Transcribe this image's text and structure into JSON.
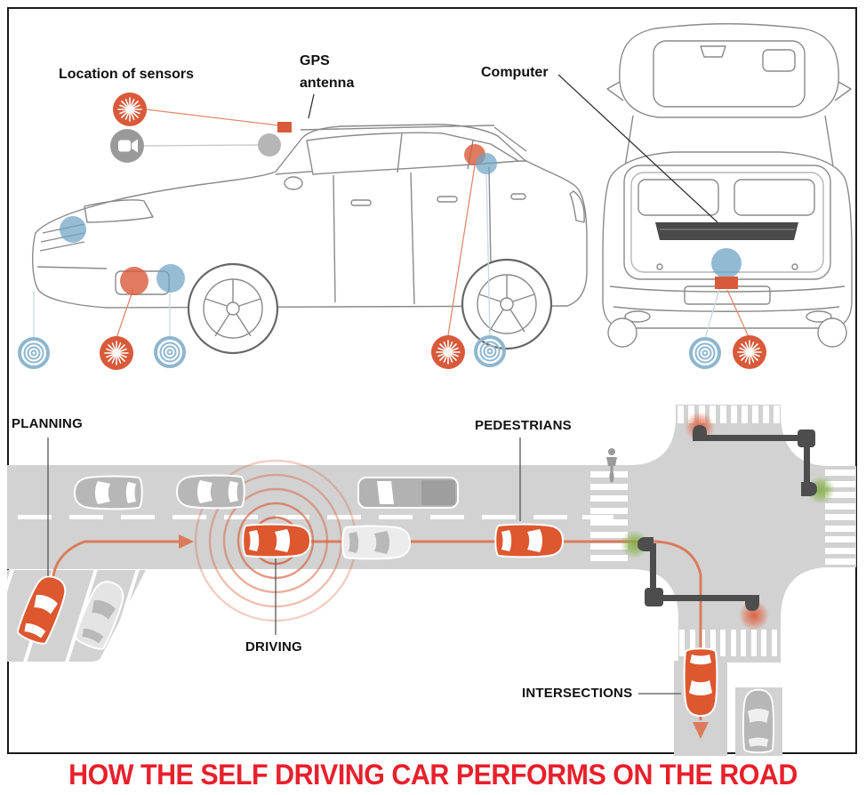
{
  "title": "HOW THE SELF DRIVING CAR PERFORMS ON THE ROAD",
  "sensor_diagram": {
    "labels": {
      "location_of_sensors": "Location of sensors",
      "gps_antenna": {
        "line1": "GPS",
        "line2": "antenna"
      },
      "computer": "Computer"
    },
    "icons": [
      {
        "name": "laser-sensor-icon",
        "color": "#d85a3a"
      },
      {
        "name": "camera-sensor-icon",
        "color": "#9a9a9a"
      },
      {
        "name": "radar-wave-icon",
        "color": "#8fb6cf"
      },
      {
        "name": "gps-antenna-marker",
        "color": "#d85a3a"
      },
      {
        "name": "computer-location-marker",
        "color": "#6fa3c4"
      }
    ]
  },
  "road_scene": {
    "labels": {
      "planning": "PLANNING",
      "pedestrians": "PEDESTRIANS",
      "driving": "DRIVING",
      "intersections": "INTERSECTIONS"
    }
  },
  "colors": {
    "accent_red": "#d85a3a",
    "path_red": "#db7b5c",
    "sensor_blue": "#6fa3c4",
    "radar_ring_red": "#d4603c",
    "road_gray": "#d2d2d2",
    "car_gray": "#b7b7b7",
    "traffic_light_gray": "#4d4d4d",
    "green_light": "#7fae3e",
    "red_light": "#e04f2a",
    "title_red": "#e8202c"
  }
}
